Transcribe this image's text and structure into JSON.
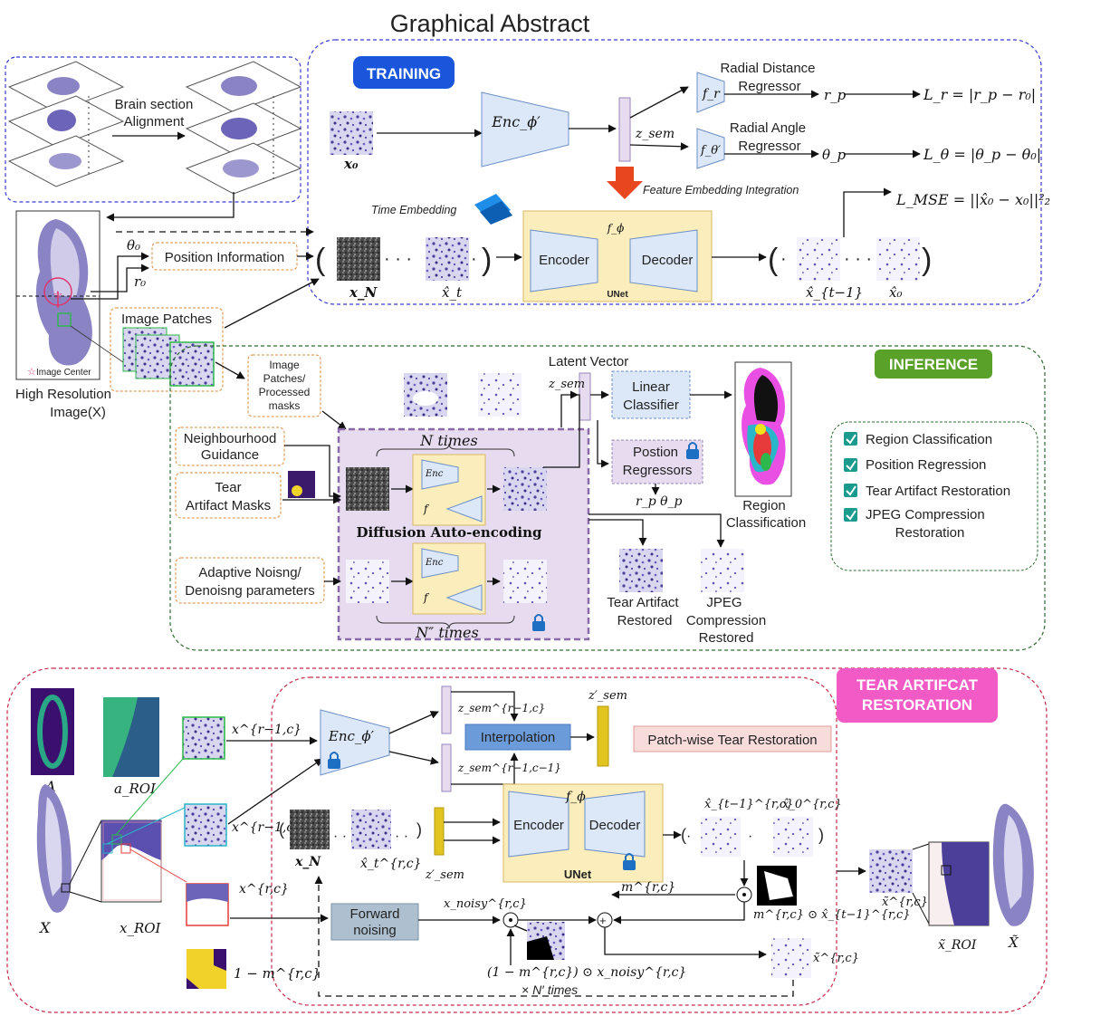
{
  "title": "Graphical Abstract",
  "training": {
    "badge": "TRAINING",
    "alignment_label_1": "Brain section",
    "alignment_label_2": "Alignment",
    "x0": "x₀",
    "encoder": "Enc_ϕ′",
    "z_sem": "z_sem",
    "fr": "f_r",
    "ftheta": "f_θ′",
    "radial_distance_1": "Radial Distance",
    "radial_distance_2": "Regressor",
    "radial_angle_1": "Radial Angle",
    "radial_angle_2": "Regressor",
    "rp": "r_p",
    "thetap": "θ_p",
    "loss_r": "L_r = |r_p − r₀|",
    "loss_theta": "L_θ = |θ_p − θ₀|",
    "loss_mse": "L_MSE = ||x̂₀ − x₀||²₂",
    "feature_integration": "Feature Embedding Integration",
    "time_embedding": "Time Embedding",
    "f_phi": "f_ϕ",
    "unet_encoder": "Encoder",
    "unet_decoder": "Decoder",
    "unet_label": "UNet",
    "theta0": "θ₀",
    "r0": "r₀",
    "position_information": "Position Information",
    "xN": "x_N",
    "xt_hat": "x̂_t",
    "xt1_hat": "x̂_{t−1}",
    "x0_hat": "x̂₀",
    "image_center": "Image Center",
    "high_res_1": "High Resolution",
    "high_res_2": "Image(X)",
    "image_patches": "Image Patches"
  },
  "inference": {
    "badge": "INFERENCE",
    "patches_box": [
      "Image",
      "Patches/",
      "Processed",
      "masks"
    ],
    "latent_vector": "Latent Vector",
    "z_sem": "z_sem",
    "linear_classifier": [
      "Linear",
      "Classifier"
    ],
    "position_regressors": [
      "Postion",
      "Regressors"
    ],
    "rp_thetap": "r_p θ_p",
    "region_classification": [
      "Region",
      "Classification"
    ],
    "neighbourhood": [
      "Neighbourhood",
      "Guidance"
    ],
    "tear_masks": [
      "Tear",
      "Artifact Masks"
    ],
    "adaptive": [
      "Adaptive Noisng/",
      "Denoisng parameters"
    ],
    "n_times_top": "N times",
    "n_times_bottom": "N″ times",
    "diffusion_ae": "Diffusion Auto-encoding",
    "tear_restored": [
      "Tear Artifact",
      "Restored"
    ],
    "jpeg_restored": [
      "JPEG",
      "Compression",
      "Restored"
    ],
    "checklist": [
      "Region Classification",
      "Position Regression",
      "Tear Artifact Restoration",
      "JPEG Compression",
      "Restoration"
    ]
  },
  "tear": {
    "badge": [
      "TEAR ARTIFCAT",
      "RESTORATION"
    ],
    "A": "A",
    "a_roi": "a_ROI",
    "X": "X",
    "x_roi": "x_ROI",
    "x_r1c": "x^{r−1,c}",
    "x_r1c1": "x^{r−1,c−1}",
    "x_rc": "x^{r,c}",
    "one_minus_m": "1 − m^{r,c}",
    "encoder": "Enc_ϕ′",
    "z_r1c": "z_sem^{r−1,c}",
    "z_r1c1": "z_sem^{r−1,c−1}",
    "interpolation": "Interpolation",
    "z_sem_prime": "z′_sem",
    "patchwise": "Patch-wise Tear Restoration",
    "f_phi": "f_ϕ",
    "unet_encoder": "Encoder",
    "unet_decoder": "Decoder",
    "unet_label": "UNet",
    "xN": "x_N",
    "xt_hat": "x̂_t^{r,c}",
    "zsem_small": "z′_sem",
    "xt1_hat": "x̂_{t−1}^{r,c}",
    "x0_hat": "x̂_0^{r,c}",
    "forward_noising": [
      "Forward",
      "noising"
    ],
    "x_noisy": "x_noisy^{r,c}",
    "m_rc": "m^{r,c}",
    "m_dot": "m^{r,c} ⊙ x̂_{t−1}^{r,c}",
    "one_minus_dot": "(1 − m^{r,c}) ⊙ x_noisy^{r,c}",
    "x_tilde": "x̃^{r,c}",
    "n_times": "× N′ times",
    "x_tilde_big": "x̃^{r,c}",
    "x_tilde_roi": "x̃_ROI",
    "X_tilde": "X̃"
  },
  "colors": {
    "training_badge": "#1a56db",
    "inference_badge": "#5aa12a",
    "tear_badge": "#f25ac5",
    "block_blue": "#dce8f7",
    "unet_fill": "#fbeebc",
    "purple_region": "#e6dbef",
    "orange_dash": "#d98b3a"
  }
}
